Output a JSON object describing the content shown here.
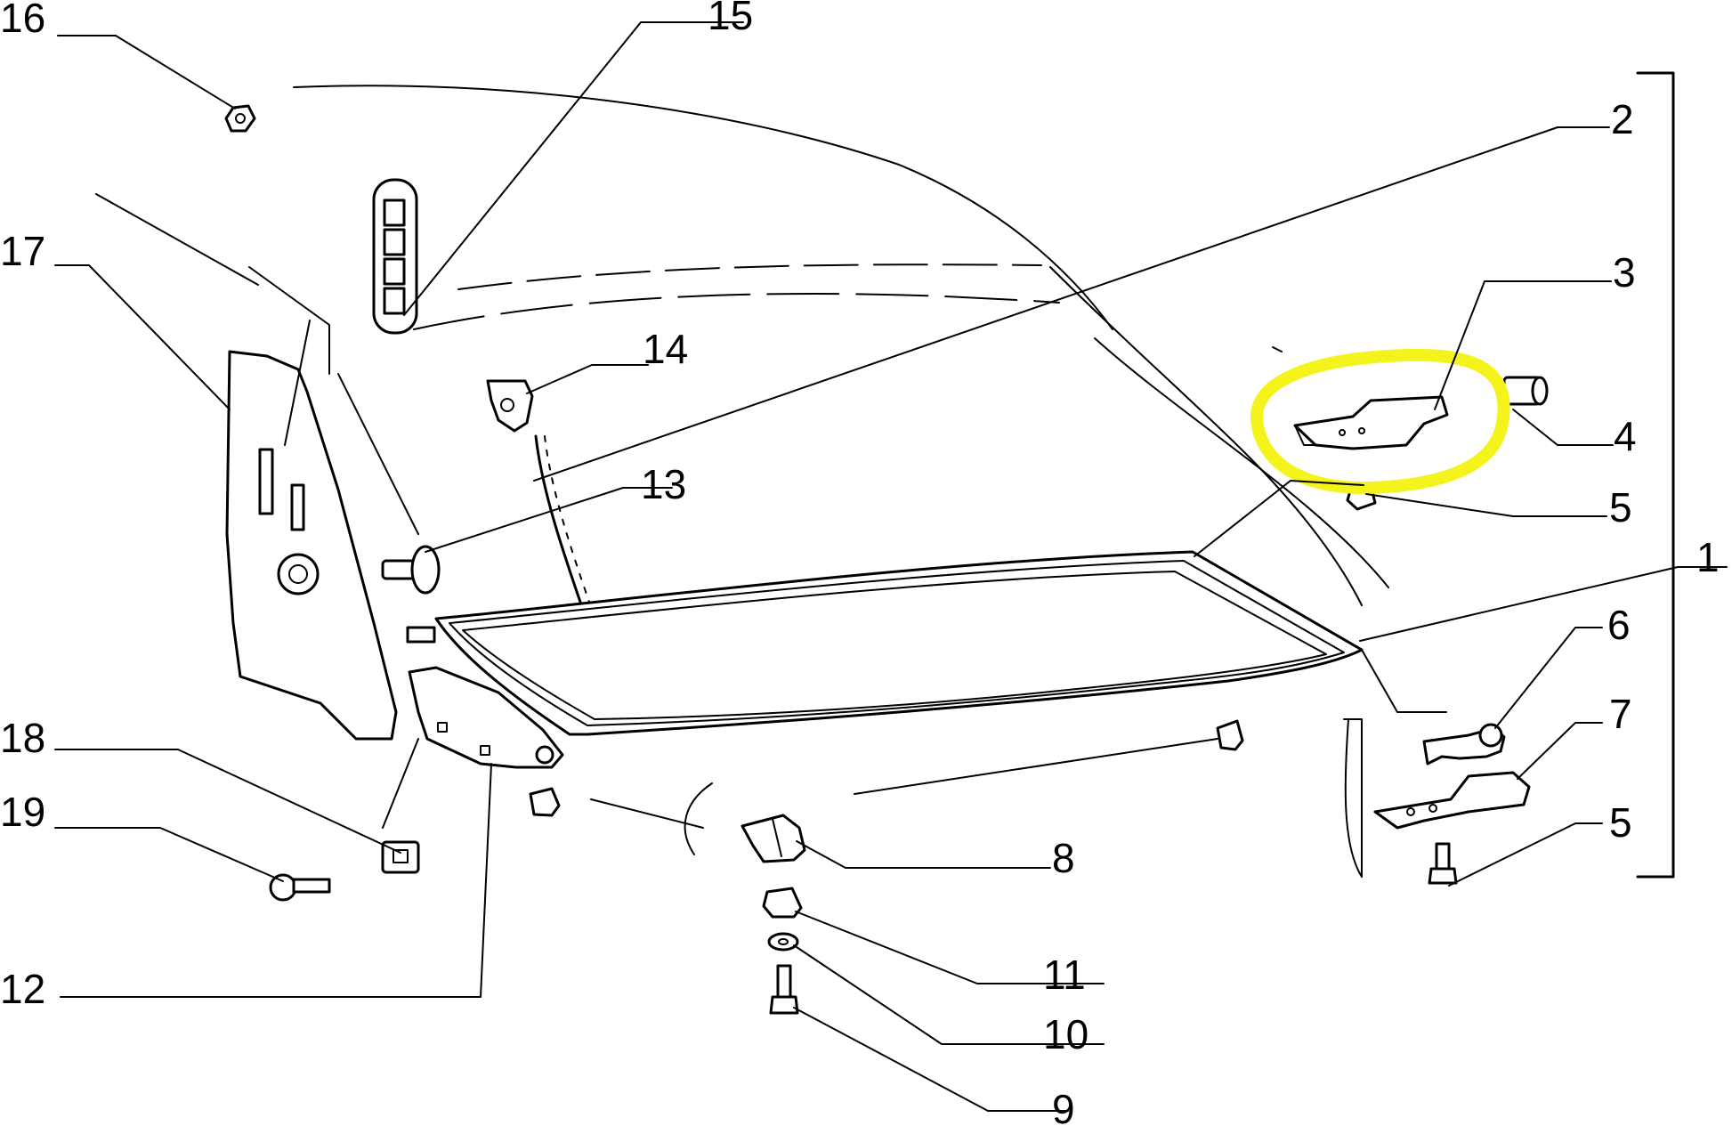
{
  "diagram": {
    "labels": [
      "1",
      "2",
      "3",
      "4",
      "5",
      "5",
      "6",
      "7",
      "8",
      "9",
      "10",
      "11",
      "12",
      "13",
      "14",
      "15",
      "16",
      "17",
      "18",
      "19"
    ],
    "highlight_color": "#f4f41c",
    "highlighted_part": "3"
  }
}
